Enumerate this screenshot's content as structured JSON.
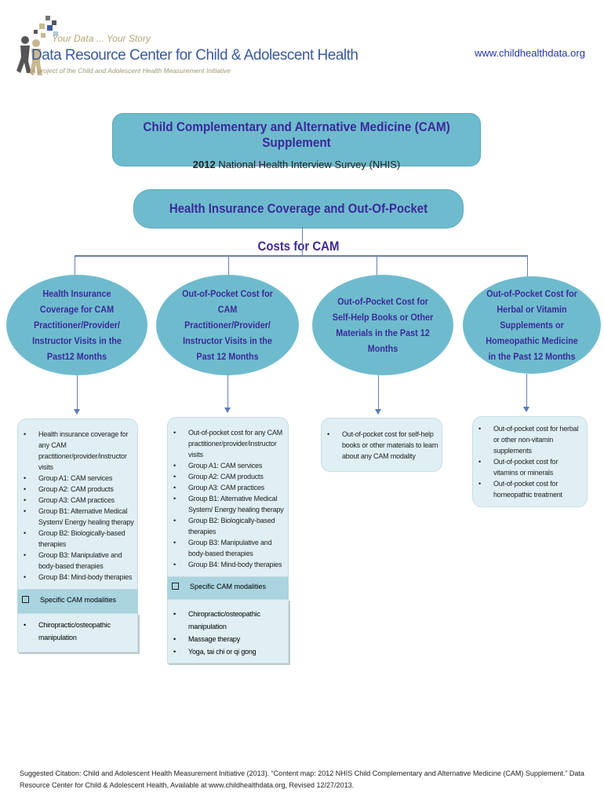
{
  "header": {
    "tagline": "Your Data ... Your Story",
    "org_name": "Data Resource Center for Child & Adolescent Health",
    "project": "A project of the Child and Adolescent Health Measurement Initiative",
    "url": "www.childhealthdata.org"
  },
  "title": {
    "main": "Child Complementary and Alternative Medicine (CAM) Supplement",
    "year": "2012",
    "survey": "National Health Interview Survey (NHIS)"
  },
  "topic": "Health Insurance Coverage and Out-Of-Pocket Costs for CAM",
  "categories": [
    {
      "label": "Health Insurance Coverage for CAM Practitioner/Provider/ Instructor Visits in the Past12 Months",
      "items": [
        "Health insurance coverage  for any CAM practitioner/provider/instructor visits",
        "Group A1: CAM services",
        "Group A2: CAM products",
        "Group A3: CAM practices",
        "Group B1: Alternative Medical System/ Energy healing therapy",
        "Group B2: Biologically-based therapies",
        "Group B3: Manipulative and body-based therapies",
        "Group B4: Mind-body therapies"
      ],
      "modalities_label": "Specific CAM modalities",
      "modalities": [
        "Chiropractic/osteopathic manipulation"
      ]
    },
    {
      "label": "Out-of-Pocket Cost for CAM Practitioner/Provider/ Instructor Visits in the Past 12 Months",
      "items": [
        "Out-of-pocket cost for any CAM practitioner/provider/instructor visits",
        "Group A1: CAM services",
        "Group A2: CAM products",
        "Group A3: CAM practices",
        "Group B1: Alternative Medical System/ Energy healing therapy",
        "Group B2: Biologically-based therapies",
        "Group B3: Manipulative and body-based therapies",
        "Group B4: Mind-body therapies"
      ],
      "modalities_label": "Specific CAM modalities",
      "modalities": [
        "Chiropractic/osteopathic manipulation",
        "Massage therapy",
        "Yoga, tai chi or qi gong"
      ]
    },
    {
      "label": "Out-of-Pocket Cost for Self-Help Books or Other Materials in the Past 12 Months",
      "items": [
        "Out-of-pocket cost for self-help books or other materials to learn about any CAM modality"
      ]
    },
    {
      "label": "Out-of-Pocket Cost for Herbal or Vitamin Supplements or Homeopathic Medicine in the Past 12 Months",
      "items": [
        "Out-of-pocket cost for herbal or other non-vitamin supplements",
        "Out-of-pocket cost for vitamins or minerals",
        "Out-of-pocket cost for homeopathic treatment"
      ]
    }
  ],
  "citation": "Suggested Citation: Child and Adolescent Health Measurement Initiative (2013). “Content map: 2012 NHIS Child Complementary and Alternative Medicine (CAM) Supplement.” Data Resource Center for Child & Adolescent Health, Available at www.childhealthdata.org, Revised 12/27/2013.",
  "colors": {
    "box": "#6fbbce",
    "text": "#3a2a9a",
    "card": "#e0eff4",
    "band": "#a9d4e0"
  }
}
